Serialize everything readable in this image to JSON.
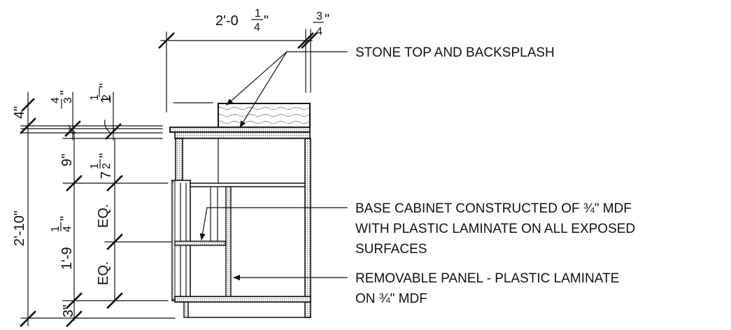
{
  "dimensions": {
    "top_width": "2'-0",
    "top_width_frac_num": "1",
    "top_width_frac_den": "4",
    "top_width_quote": "\"",
    "backsplash_num": "3",
    "backsplash_den": "4",
    "backsplash_quote": "\"",
    "left_4": "4\"",
    "left_34_num": "3",
    "left_34_den": "4",
    "left_34_quote": "\"",
    "left_112_whole": "1",
    "left_112_num": "1",
    "left_112_den": "2",
    "left_112_quote": "\"",
    "overall_height": "2'-10\"",
    "dim_9": "9\"",
    "dim_712_whole": "7",
    "dim_712_num": "1",
    "dim_712_den": "2",
    "dim_712_quote": "\"",
    "dim_1934_main": "1'-9",
    "dim_1934_num": "1",
    "dim_1934_den": "4",
    "dim_1934_quote": "\"",
    "eq_upper": "EQ.",
    "eq_lower": "EQ.",
    "dim_3": "3\""
  },
  "notes": {
    "stone_top": "STONE TOP AND BACKSPLASH",
    "base_line1": "BASE CABINET CONSTRUCTED OF ¾\" MDF",
    "base_line2": "WITH PLASTIC LAMINATE ON ALL EXPOSED",
    "base_line3": "SURFACES",
    "panel_line1": "REMOVABLE PANEL - PLASTIC LAMINATE",
    "panel_line2": "ON ¾\" MDF"
  },
  "colors": {
    "ink": "#111111",
    "hatch": "#9a9a9a"
  }
}
